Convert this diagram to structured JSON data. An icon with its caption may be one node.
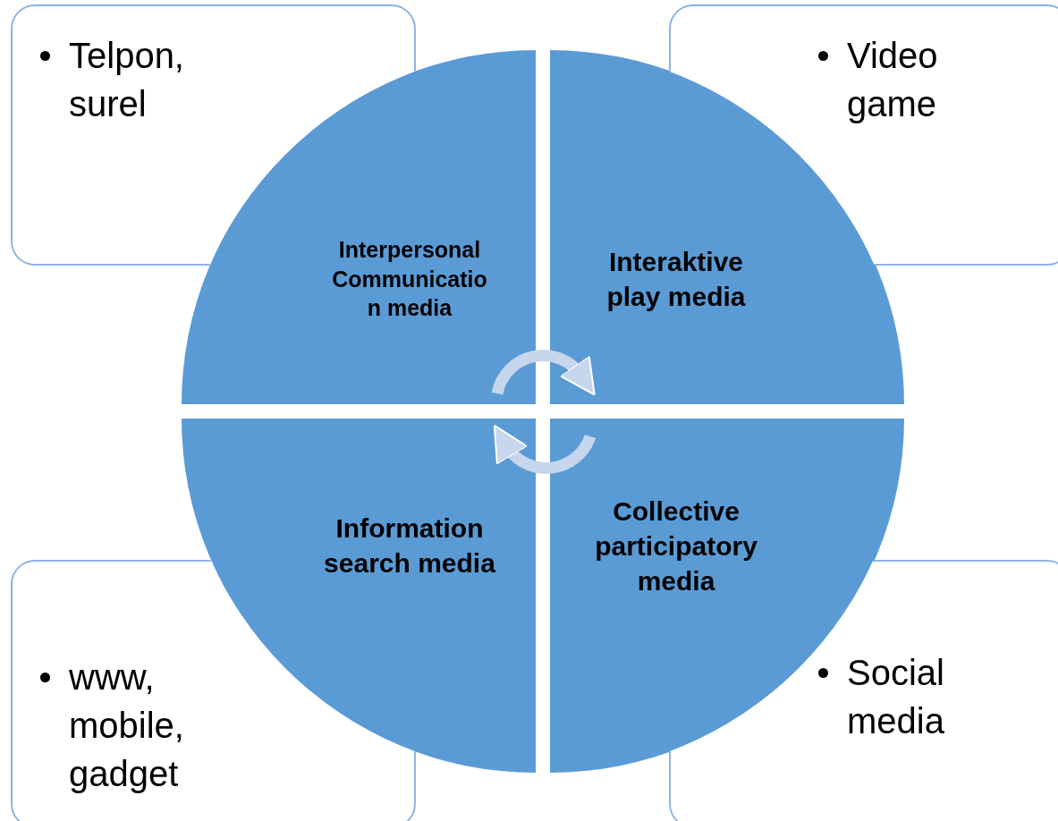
{
  "diagram": {
    "nodes": [
      {
        "text": [
          "Telpon, surel"
        ]
      },
      {
        "text": [
          "Video game"
        ]
      },
      {
        "text": [
          "Interpersonal Communicatio n media"
        ]
      },
      {
        "text": [
          "Interaktive play media"
        ]
      },
      {
        "text": [
          "Information search media"
        ]
      },
      {
        "text": [
          "Collective participatory media"
        ]
      },
      {
        "text": [
          "www, mobile, gadget"
        ]
      },
      {
        "text": [
          "Social media"
        ]
      }
    ],
    "edges": [
      {
        "from": 2,
        "to": 3,
        "arrow": "to"
      },
      {
        "from": 5,
        "to": 4,
        "arrow": "to"
      }
    ]
  }
}
